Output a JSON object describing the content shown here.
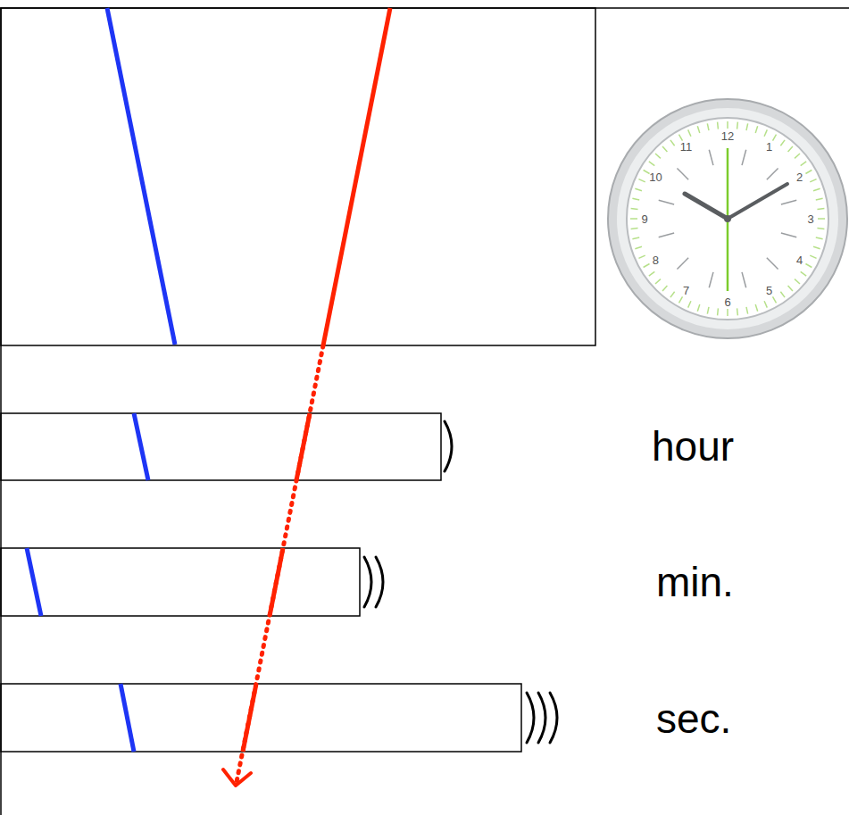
{
  "diagram": {
    "labels": [
      "12",
      "1",
      "2",
      "3",
      "4",
      "5",
      "6",
      "7",
      "8",
      "9",
      "10",
      "11",
      "hour",
      "min.",
      "sec."
    ]
  }
}
